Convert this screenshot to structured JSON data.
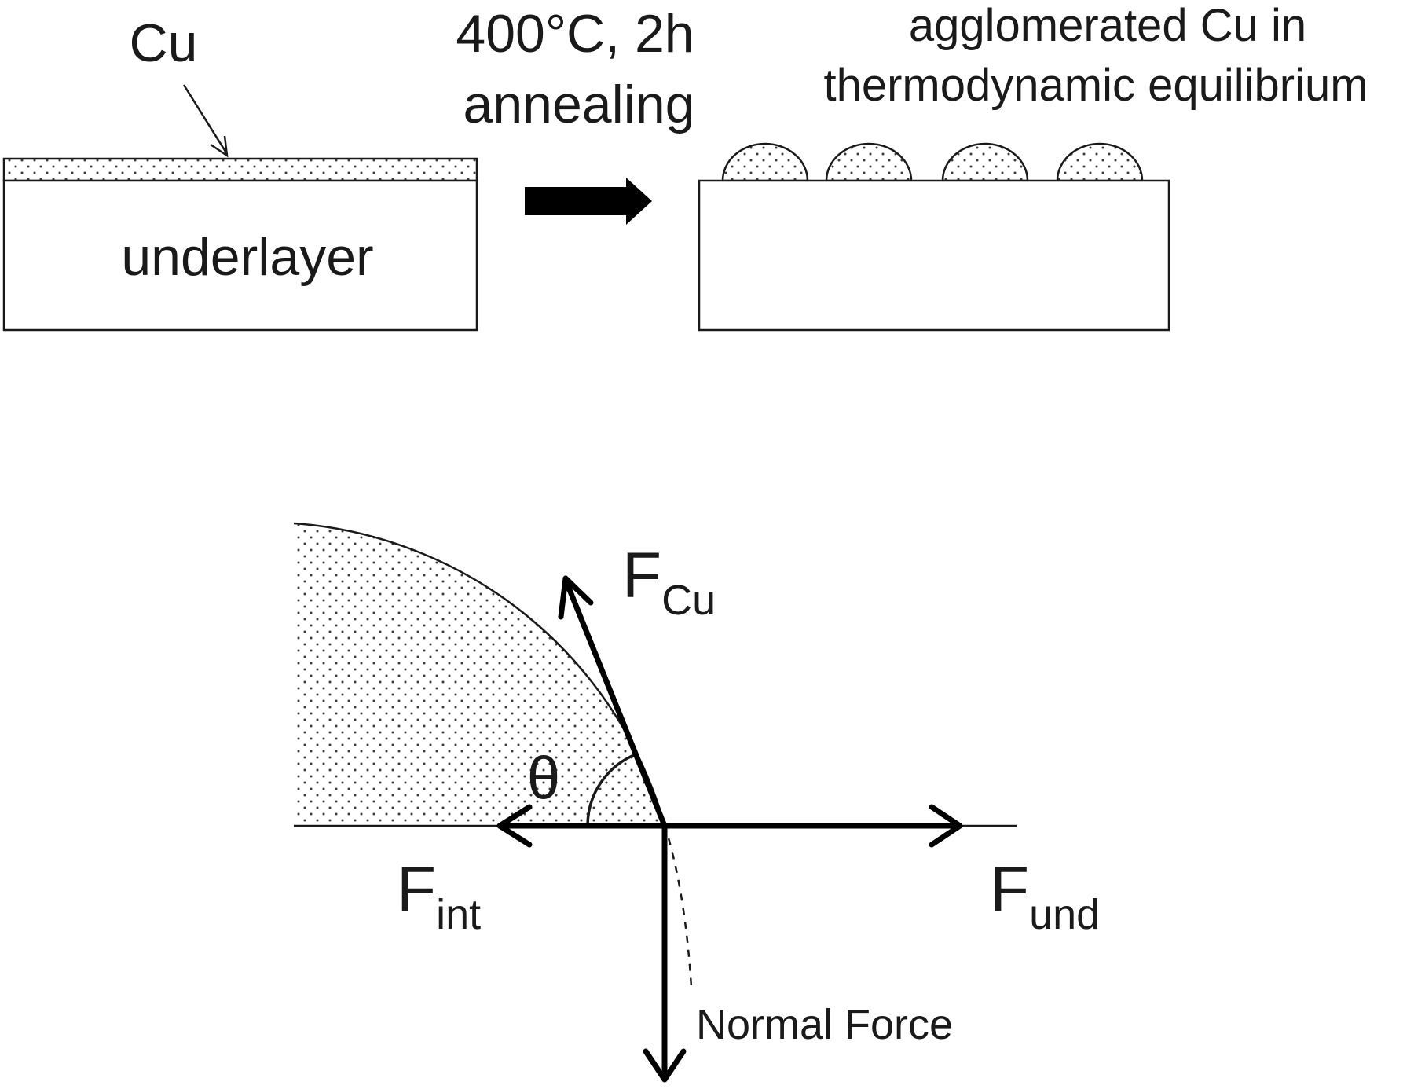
{
  "top": {
    "cu_label": "Cu",
    "underlayer_label": "underlayer",
    "condition_line1": "400°C, 2h",
    "condition_line2": "annealing",
    "result_line1": "agglomerated Cu in",
    "result_line2": "thermodynamic equilibrium",
    "droplet_count": 4
  },
  "bottom": {
    "theta_label": "θ",
    "f_cu": {
      "main": "F",
      "sub": "Cu"
    },
    "f_int": {
      "main": "F",
      "sub": "int"
    },
    "f_und": {
      "main": "F",
      "sub": "und"
    },
    "normal_force_label": "Normal Force"
  },
  "colors": {
    "ink": "#1a1a1a",
    "fill": "#ffffff",
    "dot": "#3a3a3a"
  }
}
